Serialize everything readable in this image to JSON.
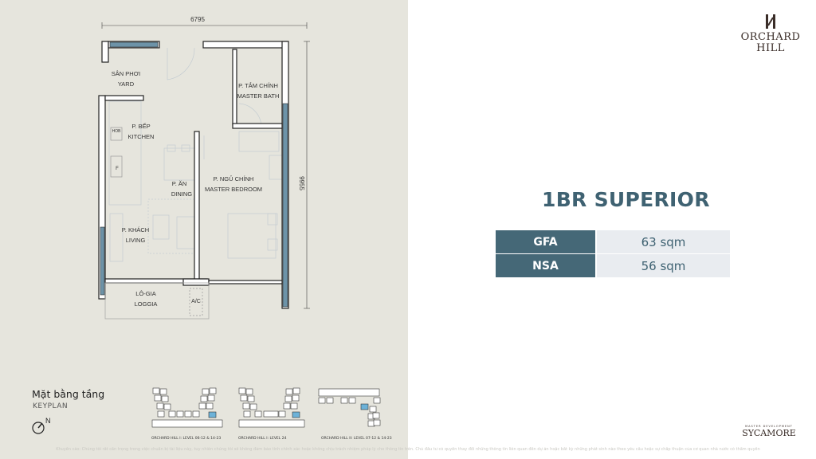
{
  "brand": {
    "logo_text_line1": "ORCHARD",
    "logo_text_line2": "HILL",
    "developer_label": "MASTER DEVELOPMENT",
    "developer_name": "SYCAMORE"
  },
  "colors": {
    "accent": "#456877",
    "panel": "#e6e5dd",
    "cell": "#e9ecf0",
    "window": "#6d93a8"
  },
  "floorplan": {
    "width_dim": "6795",
    "depth_dim": "9955",
    "rooms": [
      {
        "vi": "SÂN PHƠI",
        "en": "YARD"
      },
      {
        "vi": "P. BẾP",
        "en": "KITCHEN"
      },
      {
        "vi": "P. ĂN",
        "en": "DINING"
      },
      {
        "vi": "P. KHÁCH",
        "en": "LIVING"
      },
      {
        "vi": "LÔ-GIA",
        "en": "LOGGIA"
      },
      {
        "vi": "P. TẮM CHÍNH",
        "en": "MASTER BATH"
      },
      {
        "vi": "P. NGỦ CHÍNH",
        "en": "MASTER BEDROOM"
      }
    ],
    "fixtures": {
      "hob": "HOB",
      "fridge": "F",
      "ac": "A/C"
    }
  },
  "keyplan": {
    "title": "Mặt bằng tầng",
    "subtitle": "KEYPLAN",
    "north": "N",
    "captions": [
      "ORCHARD HILL I: LEVEL 06-12 & 14-23",
      "ORCHARD HILL I: LEVEL 24",
      "ORCHARD HILL II: LEVEL 07-12 & 14-23"
    ]
  },
  "unit": {
    "title": "1BR SUPERIOR",
    "areas": [
      {
        "label": "GFA",
        "value": "63 sqm"
      },
      {
        "label": "NSA",
        "value": "56 sqm"
      }
    ]
  },
  "disclaimer": "Khuyến cáo: Chúng tôi rất cẩn trọng trong việc chuẩn bị tài liệu này, tuy nhiên chúng tôi sẽ không đảm bảo tính chính xác hoặc không chịu trách nhiệm pháp lý cho thông tin trên. Chủ đầu tư có quyền thay đổi những thông tin liên quan đến dự án hoặc bất kỳ những phát sinh nào theo yêu cầu hoặc sự chấp thuận của cơ quan nhà nước có thẩm quyền"
}
